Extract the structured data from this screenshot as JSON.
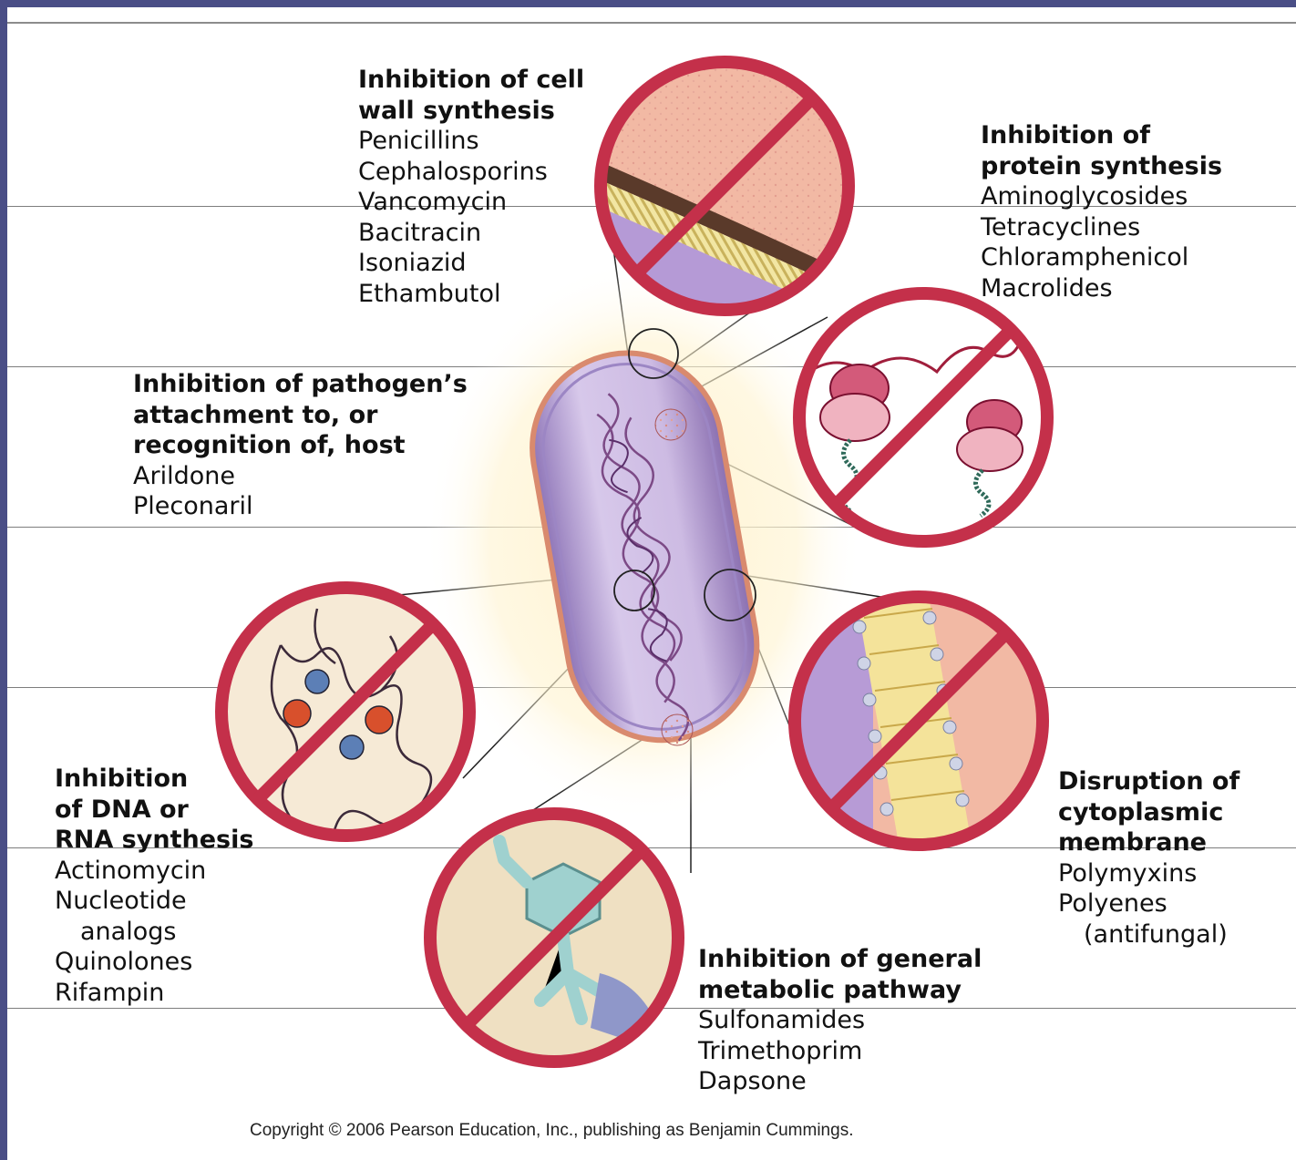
{
  "labels": {
    "cell_wall": {
      "heading": [
        "Inhibition of cell",
        "wall synthesis"
      ],
      "drugs": [
        "Penicillins",
        "Cephalosporins",
        "Vancomycin",
        "Bacitracin",
        "Isoniazid",
        "Ethambutol"
      ]
    },
    "protein": {
      "heading": [
        "Inhibition of",
        "protein synthesis"
      ],
      "drugs": [
        "Aminoglycosides",
        "Tetracyclines",
        "Chloramphenicol",
        "Macrolides"
      ]
    },
    "attachment": {
      "heading": [
        "Inhibition of pathogen’s",
        "attachment to, or",
        "recognition of, host"
      ],
      "drugs": [
        "Arildone",
        "Pleconaril"
      ]
    },
    "dna_rna": {
      "heading": [
        "Inhibition",
        "of DNA or",
        "RNA synthesis"
      ],
      "drugs": [
        "Actinomycin",
        "Nucleotide",
        "analogs",
        "Quinolones",
        "Rifampin"
      ]
    },
    "membrane": {
      "heading": [
        "Disruption of",
        "cytoplasmic",
        "membrane"
      ],
      "drugs": [
        "Polymyxins",
        "Polyenes",
        "(antifungal)"
      ]
    },
    "metabolic": {
      "heading": [
        "Inhibition of general",
        "metabolic pathway"
      ],
      "drugs": [
        "Sulfonamides",
        "Trimethoprim",
        "Dapsone"
      ]
    }
  },
  "copyright": "Copyright © 2006 Pearson Education, Inc., publishing as Benjamin Cummings.",
  "colors": {
    "prohibition_red": "#c4304a",
    "cell_fill": "#c9b6e0",
    "background_frame": "#4a4e86"
  }
}
